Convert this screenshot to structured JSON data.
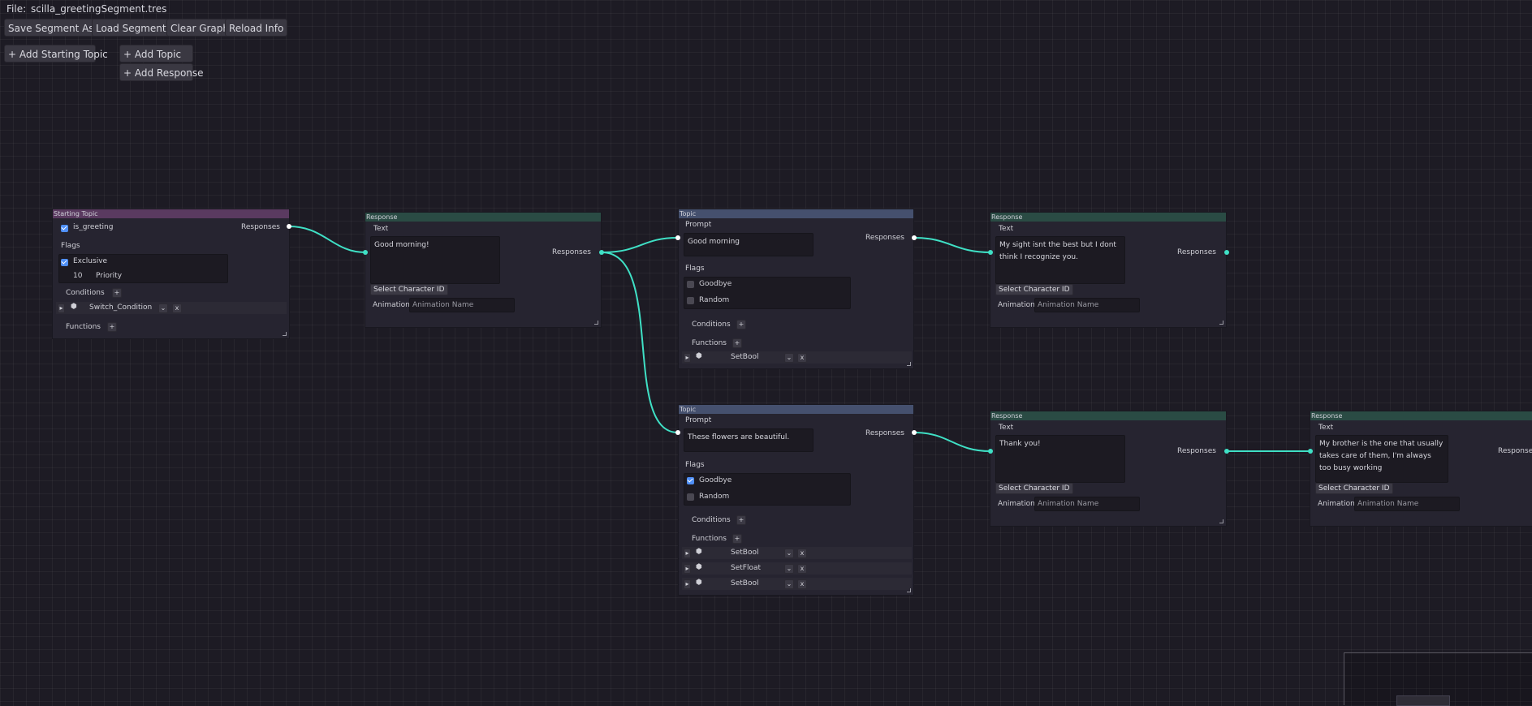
{
  "toolbar": {
    "file_label": "File:",
    "file_name": "scilla_greetingSegment.tres",
    "save_segment": "Save Segment As...",
    "load_segment": "Load  Segment",
    "clear_graph": "Clear Graph",
    "reload_info": "Reload Info",
    "add_starting_topic": "+ Add Starting Topic",
    "add_topic": "+ Add Topic",
    "add_response": "+ Add Response"
  },
  "common": {
    "responses": "Responses",
    "text": "Text",
    "prompt": "Prompt",
    "flags": "Flags",
    "conditions": "Conditions",
    "functions": "Functions",
    "select_character": "Select Character ID",
    "animation": "Animation",
    "animation_placeholder": "Animation Name",
    "plus": "+",
    "x": "x",
    "expand": "▸",
    "dropdown": "⌄"
  },
  "starting_topic": {
    "title": "Starting Topic",
    "id_checkbox_label": "is_greeting",
    "id_checked": true,
    "exclusive_label": "Exclusive",
    "exclusive_checked": true,
    "priority_value": "10",
    "priority_label": "Priority",
    "condition_name": "Switch_Condition"
  },
  "response_1": {
    "title": "Response",
    "text": "Good morning!"
  },
  "topic_1": {
    "title": "Topic",
    "prompt": "Good morning",
    "flag_goodbye": "Goodbye",
    "goodbye_checked": false,
    "flag_random": "Random",
    "random_checked": false,
    "functions": [
      "SetBool"
    ]
  },
  "response_2": {
    "title": "Response",
    "text": "My sight isnt the best but I dont think I recognize you."
  },
  "topic_2": {
    "title": "Topic",
    "prompt": "These flowers are beautiful.",
    "flag_goodbye": "Goodbye",
    "goodbye_checked": true,
    "flag_random": "Random",
    "random_checked": false,
    "functions": [
      "SetBool",
      "SetFloat",
      "SetBool"
    ]
  },
  "response_3": {
    "title": "Response",
    "text": "Thank you!"
  },
  "response_4": {
    "title": "Response",
    "text": "My brother is the one that usually takes care of them, I'm always too busy working"
  },
  "colors": {
    "background": "#1d1b24",
    "node": "#262430",
    "starting_topic_header": "#5a3a60",
    "response_header": "#2a4b44",
    "topic_header": "#45506e",
    "connection": "#3fe0c5",
    "checkbox": "#4f8ff7"
  }
}
